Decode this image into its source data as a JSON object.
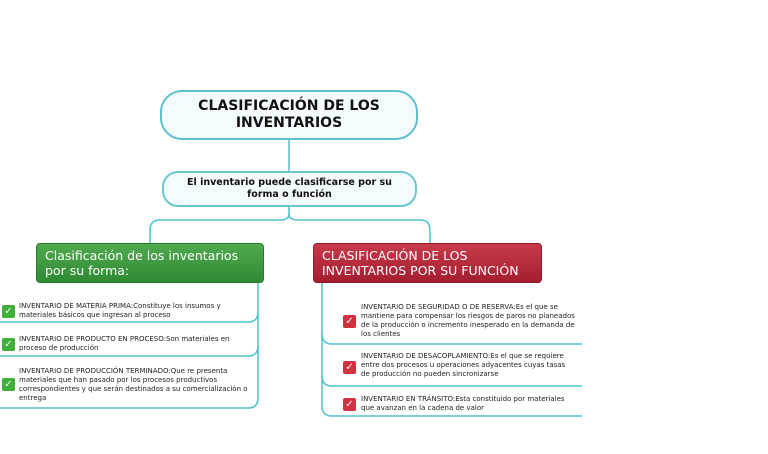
{
  "root": {
    "title": "CLASIFICACIÓN DE LOS INVENTARIOS"
  },
  "intro": {
    "text": "El inventario puede clasificarse por su forma o función"
  },
  "left_branch": {
    "title": "Clasificación de los inventarios por su forma:",
    "items": [
      {
        "text": "INVENTARIO DE MATERIA PRIMA:Constituye los insumos y materiales básicos que ingresan al proceso"
      },
      {
        "text": "INVENTARIO DE PRODUCTO EN PROCESO:Son materiales en proceso de producción"
      },
      {
        "text": "INVENTARIO DE PRODUCCIÓN TERMINADO:Que re presenta materiales que han pasado por los procesos productivos correspondientes y que serán destinados a su comercialización o entrega"
      }
    ]
  },
  "right_branch": {
    "title": "CLASIFICACIÓN DE LOS INVENTARIOS POR SU FUNCIÓN",
    "items": [
      {
        "text": "INVENTARIO DE SEGURIDAD O DE RESERVA:Es el que se mantiene para compensar los riesgos de paros no planeados de la producción o incremento inesperado en la demanda de los clientes"
      },
      {
        "text": "INVENTARIO DE DESACOPLAMIENTO:Es el que se requiere entre dos procesos u operaciones adyacentes cuyas tasas de producción no pueden sincronizarse"
      },
      {
        "text": "INVENTARIO EN TRÁNSITO:Esta constituido por materiales que avanzan en la cadena de valor"
      }
    ]
  },
  "colors": {
    "connector": "#4cc2cf",
    "green": "#3b9a3e",
    "red": "#b52838",
    "check_green": "#3fae3a",
    "check_red": "#d23240"
  },
  "icons": {
    "left_items": "check-icon",
    "right_items": "check-icon"
  }
}
